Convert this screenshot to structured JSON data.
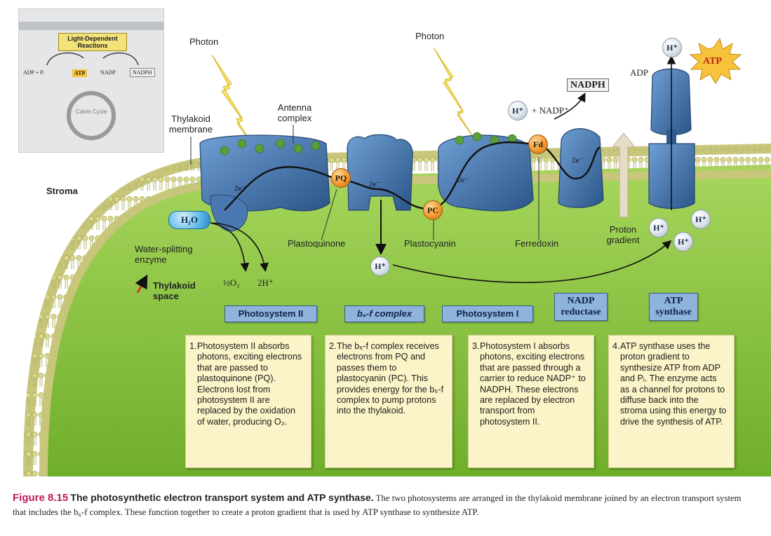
{
  "inset": {
    "title": "Light-Dependent Reactions",
    "adp_pi": "ADP + Pᵢ",
    "atp": "ATP",
    "nadp": "NADP",
    "nadph": "NADPH",
    "calvin": "Calvin Cycle"
  },
  "labels": {
    "photon_1": "Photon",
    "photon_2": "Photon",
    "thylakoid_membrane": "Thylakoid membrane",
    "antenna_complex": "Antenna complex",
    "stroma": "Stroma",
    "water_splitting_enzyme": "Water-splitting enzyme",
    "thylakoid_space": "Thylakoid space",
    "plastoquinone": "Plastoquinone",
    "plastocyanin": "Plastocyanin",
    "ferredoxin": "Ferredoxin",
    "proton_gradient": "Proton gradient",
    "adp": "ADP",
    "atp": "ATP",
    "nadph": "NADPH",
    "nadp_reaction": "+ NADP⁺",
    "half_o2": "½O₂",
    "two_h": "2H⁺",
    "h2o": "H₂O",
    "h_plus": "H⁺",
    "pq": "PQ",
    "pc": "PC",
    "fd": "Fd",
    "electrons": "2e⁻"
  },
  "component_tags": {
    "ps2": "Photosystem II",
    "b6f": "b₆-f complex",
    "ps1": "Photosystem I",
    "nadp_reductase": "NADP reductase",
    "atp_synthase": "ATP synthase"
  },
  "steps": [
    {
      "num": "1.",
      "text": "Photosystem II absorbs photons, exciting electrons that are passed to plastoquinone (PQ). Electrons lost from photosystem II are replaced by the oxidation of water, producing O₂."
    },
    {
      "num": "2.",
      "text": "The b₆-f complex receives electrons from PQ and passes them to plastocyanin (PC). This provides energy for the b₆-f complex to pump protons into the thylakoid."
    },
    {
      "num": "3.",
      "text": "Photosystem I absorbs photons, exciting electrons that are passed through a carrier to reduce NADP⁺ to NADPH. These electrons are replaced by electron transport from photosystem II."
    },
    {
      "num": "4.",
      "text": "ATP synthase uses the proton gradient to synthesize ATP from ADP and Pᵢ. The enzyme acts as a channel for protons to diffuse back into the stroma using this energy to drive the synthesis of ATP."
    }
  ],
  "caption": {
    "figure_number": "Figure 8.15",
    "title": "The photosynthetic electron transport system and ATP synthase.",
    "text": "The two photosystems are arranged in the thylakoid membrane joined by an electron transport system that includes the b₆-f complex. These function together to create a proton gradient that is used by ATP synthase to synthesize ATP."
  },
  "colors": {
    "thylakoid_space": "#8cc63f",
    "membrane": "#c9d98a",
    "protein": "#3f6fa8",
    "carrier": "#f29a2e",
    "tag": "#8fb4dc",
    "step_box": "#fbf4c8",
    "figure_accent": "#c2185b"
  }
}
